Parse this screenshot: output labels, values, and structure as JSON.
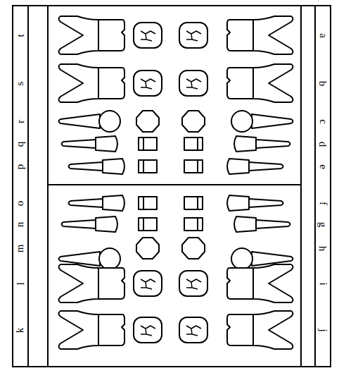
{
  "diagram": {
    "labels": [
      "a",
      "b",
      "c",
      "d",
      "e",
      "f",
      "g",
      "h",
      "i",
      "j",
      "k",
      "l",
      "m",
      "n",
      "o",
      "p",
      "q",
      "r",
      "s",
      "t"
    ]
  }
}
